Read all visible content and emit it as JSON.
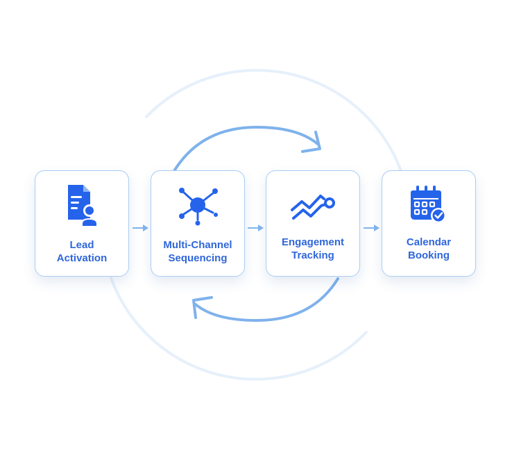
{
  "steps": [
    {
      "line1": "Lead",
      "line2": "Activation",
      "icon": "lead-document-person-icon"
    },
    {
      "line1": "Multi-Channel",
      "line2": "Sequencing",
      "icon": "network-hub-icon"
    },
    {
      "line1": "Engagement",
      "line2": "Tracking",
      "icon": "trend-line-icon"
    },
    {
      "line1": "Calendar",
      "line2": "Booking",
      "icon": "calendar-check-icon"
    }
  ],
  "colors": {
    "accent": "#2f66d9",
    "icon": "#2563eb",
    "card_border": "#a9cdf3",
    "cycle_arrow": "#7fb2ec",
    "outer_ring": "#e3eefb"
  }
}
